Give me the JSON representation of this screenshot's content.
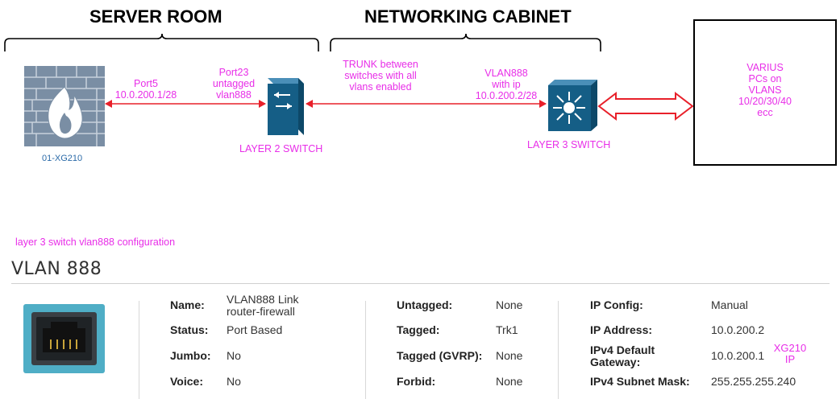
{
  "diagram": {
    "headers": {
      "server_room": "SERVER ROOM",
      "networking_cabinet": "NETWORKING CABINET"
    },
    "firewall": {
      "label": "01-XG210",
      "link_text": [
        "Port5",
        "10.0.200.1/28"
      ]
    },
    "l2_switch": {
      "label": "LAYER 2 SWITCH",
      "port_text": [
        "Port23",
        "untagged",
        "vlan888"
      ]
    },
    "trunk_text": [
      "TRUNK between",
      "switches with all",
      "vlans enabled"
    ],
    "l3_switch": {
      "label": "LAYER 3 SWITCH",
      "vlan_text": [
        "VLAN888",
        "with ip",
        "10.0.200.2/28"
      ]
    },
    "pcs_box": [
      "VARIUS",
      "PCs on",
      "VLANS",
      "10/20/30/40",
      "ecc"
    ],
    "caption": "layer 3 switch vlan888 configuration"
  },
  "vlan": {
    "title": "VLAN 888",
    "col1": [
      {
        "key": "Name:",
        "value": "VLAN888 Link\nrouter-firewall"
      },
      {
        "key": "Status:",
        "value": "Port Based"
      },
      {
        "key": "Jumbo:",
        "value": "No"
      },
      {
        "key": "Voice:",
        "value": "No"
      }
    ],
    "col2": [
      {
        "key": "Untagged:",
        "value": "None"
      },
      {
        "key": "Tagged:",
        "value": "Trk1"
      },
      {
        "key": "Tagged (GVRP):",
        "value": "None"
      },
      {
        "key": "Forbid:",
        "value": "None"
      }
    ],
    "col3": [
      {
        "key": "IP Config:",
        "value": "Manual"
      },
      {
        "key": "IP Address:",
        "value": "10.0.200.2"
      },
      {
        "key": "IPv4 Default\nGateway:",
        "value": "10.0.200.1"
      },
      {
        "key": "IPv4 Subnet Mask:",
        "value": "255.255.255.240"
      }
    ],
    "gateway_note": [
      "XG210",
      "IP"
    ]
  },
  "colors": {
    "accent_pink": "#e82ee8",
    "link_red": "#e8202a",
    "switch_blue": "#155e86",
    "firewall_brick": "#6b7f95"
  }
}
